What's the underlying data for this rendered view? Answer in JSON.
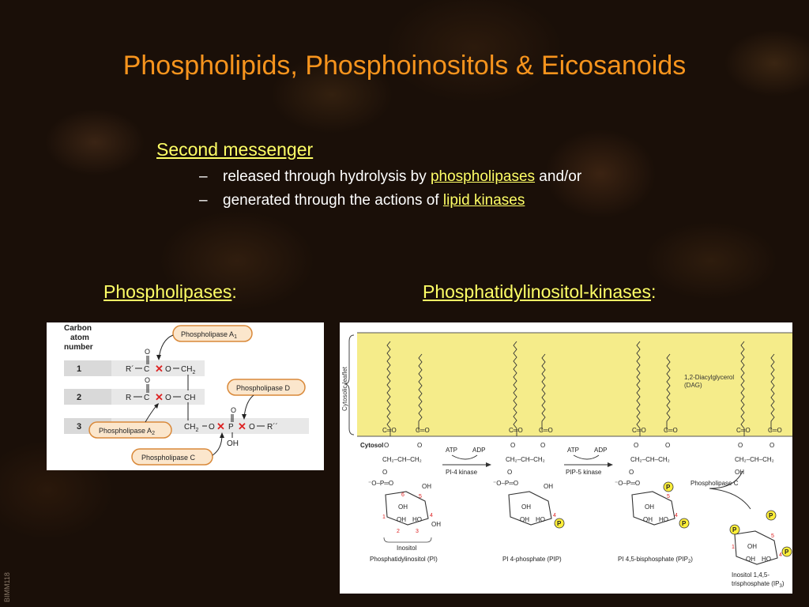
{
  "slide": {
    "title": "Phospholipids, Phosphoinositols & Eicosanoids",
    "second_messenger": "Second messenger",
    "bullets": [
      {
        "dash": "–",
        "pre": "released through hydrolysis by ",
        "link": "phospholipases",
        "post": " and/or"
      },
      {
        "dash": "–",
        "pre": "generated through the actions of ",
        "link": "lipid kinases",
        "post": ""
      }
    ],
    "left_heading": "Phospholipases",
    "right_heading": "Phosphatidylinositol-kinases",
    "colon": ":",
    "slide_code": "BIMM118"
  },
  "left_figure": {
    "header_lines": [
      "Carbon",
      "atom",
      "number"
    ],
    "rows": [
      "1",
      "2",
      "3"
    ],
    "enzymes": {
      "a1": "Phospholipase A",
      "a1_sub": "1",
      "a2": "Phospholipase A",
      "a2_sub": "2",
      "c": "Phospholipase C",
      "d": "Phospholipase D"
    },
    "atoms": {
      "o": "O",
      "r1": "R´",
      "r": "R",
      "c": "C",
      "ch2": "CH",
      "sub2": "2",
      "ch": "CH",
      "p": "P",
      "oh": "OH",
      "r2": "R´´"
    }
  },
  "right_figure": {
    "cytosolic_leaflet": "Cytosolic leaflet",
    "cytosol": "Cytosol",
    "dag": "1,2-Diacylglycerol",
    "dag_abbr": "(DAG)",
    "atp": "ATP",
    "adp": "ADP",
    "pi4_kinase": "PI-4 kinase",
    "pip5_kinase": "PIP-5 kinase",
    "plc": "Phospholipase C",
    "inositol": "Inositol",
    "co": "C═O",
    "chain": "CH₂–CH–CH₂",
    "po4": "⁻O–P═O",
    "oh": "OH",
    "ho": "HO",
    "o": "O",
    "p_badge": "P",
    "labels": [
      "Phosphatidylinositol (PI)",
      "PI 4-phosphate (PIP)",
      "PI 4,5-bisphosphate (PIP",
      "Inositol 1,4,5-",
      "trisphosphate (IP"
    ],
    "sub2": "2",
    "sub3": "3",
    "close_paren": ")",
    "ring_numbers": [
      "1",
      "2",
      "3",
      "4",
      "5",
      "6"
    ]
  }
}
